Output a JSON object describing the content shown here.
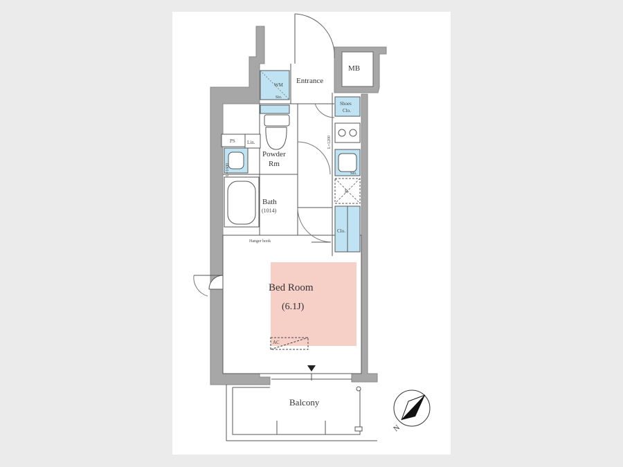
{
  "rooms": {
    "entrance": "Entrance",
    "mb": "MB",
    "wm": "WM",
    "shoes_clo_1": "Shoes",
    "shoes_clo_2": "Clo.",
    "powder_1": "Powder",
    "powder_2": "Rm",
    "ps": "PS",
    "lin": "Lin.",
    "bath": "Bath",
    "bath_size": "(1014)",
    "hanger": "Hanger hook",
    "bedroom": "Bed Room",
    "bedroom_size": "(6.1J)",
    "ac": "AC",
    "balcony": "Balcony",
    "r": "R",
    "clo": "Clo.",
    "sto": "Sto.",
    "sto2": "Sto.",
    "ceiling_note": "L=1200",
    "ceiling_note2": "L=1600"
  },
  "compass": {
    "north": "N"
  },
  "colors": {
    "wall": "#a7a7a7",
    "fixture": "#bfe3f2",
    "bedroom_fill": "#f6cfc7",
    "line": "#555555",
    "background": "#ebebeb",
    "sheet": "#ffffff"
  }
}
